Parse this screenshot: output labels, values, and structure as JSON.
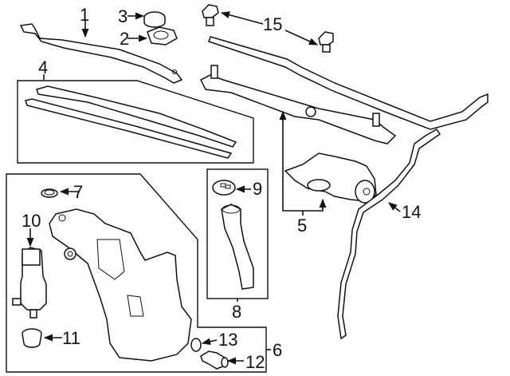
{
  "diagram": {
    "title": "Windshield Wiper & Washer Components",
    "callouts": [
      {
        "id": "1",
        "part": "wiper-arm"
      },
      {
        "id": "2",
        "part": "nut"
      },
      {
        "id": "3",
        "part": "cap"
      },
      {
        "id": "4",
        "part": "wiper-blade"
      },
      {
        "id": "5",
        "part": "wiper-motor-linkage"
      },
      {
        "id": "6",
        "part": "washer-reservoir"
      },
      {
        "id": "7",
        "part": "grommet"
      },
      {
        "id": "8",
        "part": "filler-neck"
      },
      {
        "id": "9",
        "part": "filler-cap"
      },
      {
        "id": "10",
        "part": "washer-pump"
      },
      {
        "id": "11",
        "part": "pump-grommet"
      },
      {
        "id": "12",
        "part": "level-sensor"
      },
      {
        "id": "13",
        "part": "sensor-grommet"
      },
      {
        "id": "14",
        "part": "washer-hose"
      },
      {
        "id": "15",
        "part": "washer-nozzle"
      }
    ]
  }
}
